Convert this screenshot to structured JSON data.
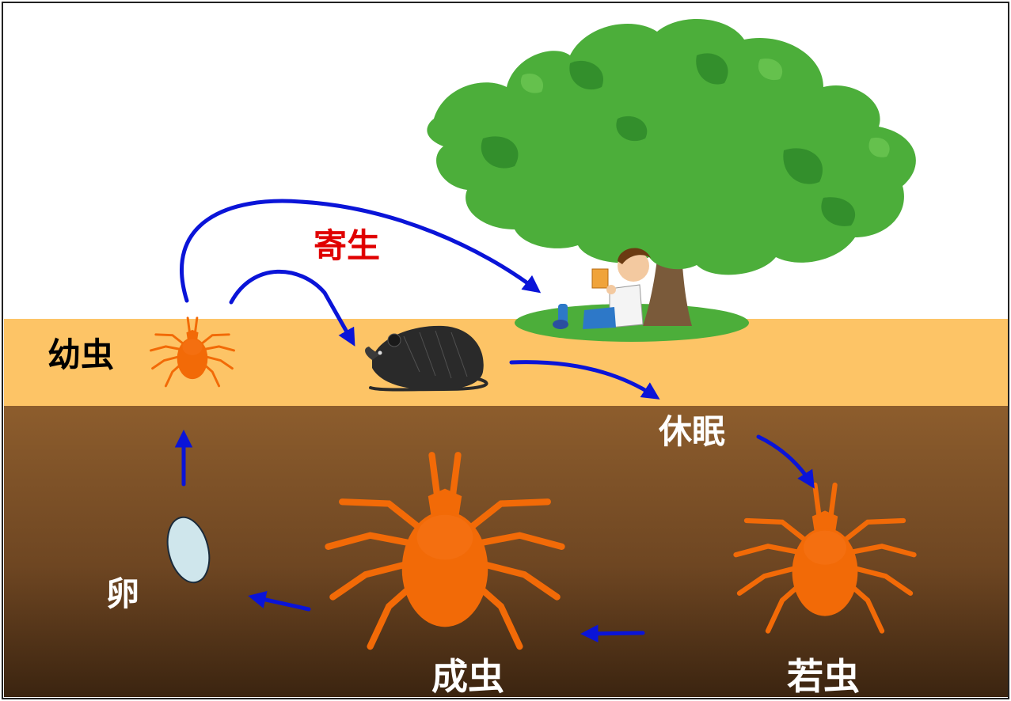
{
  "labels": {
    "larva": "幼虫",
    "parasitism": "寄生",
    "dormancy": "休眠",
    "nymph": "若虫",
    "adult": "成虫",
    "egg": "卵"
  },
  "colors": {
    "arrow": "#0a14d8",
    "tick": "#f26a07",
    "soil_top": "#fdc466",
    "soil_deep": "#8b5a2b",
    "foliage": "#4cae3a",
    "egg": "#cfe6ec",
    "label_dark": "#000000",
    "label_light": "#ffffff",
    "label_red": "#e00000"
  },
  "icons": [
    "tree",
    "boy-reading",
    "rat",
    "tick-larva",
    "tick-adult",
    "tick-nymph",
    "egg"
  ]
}
